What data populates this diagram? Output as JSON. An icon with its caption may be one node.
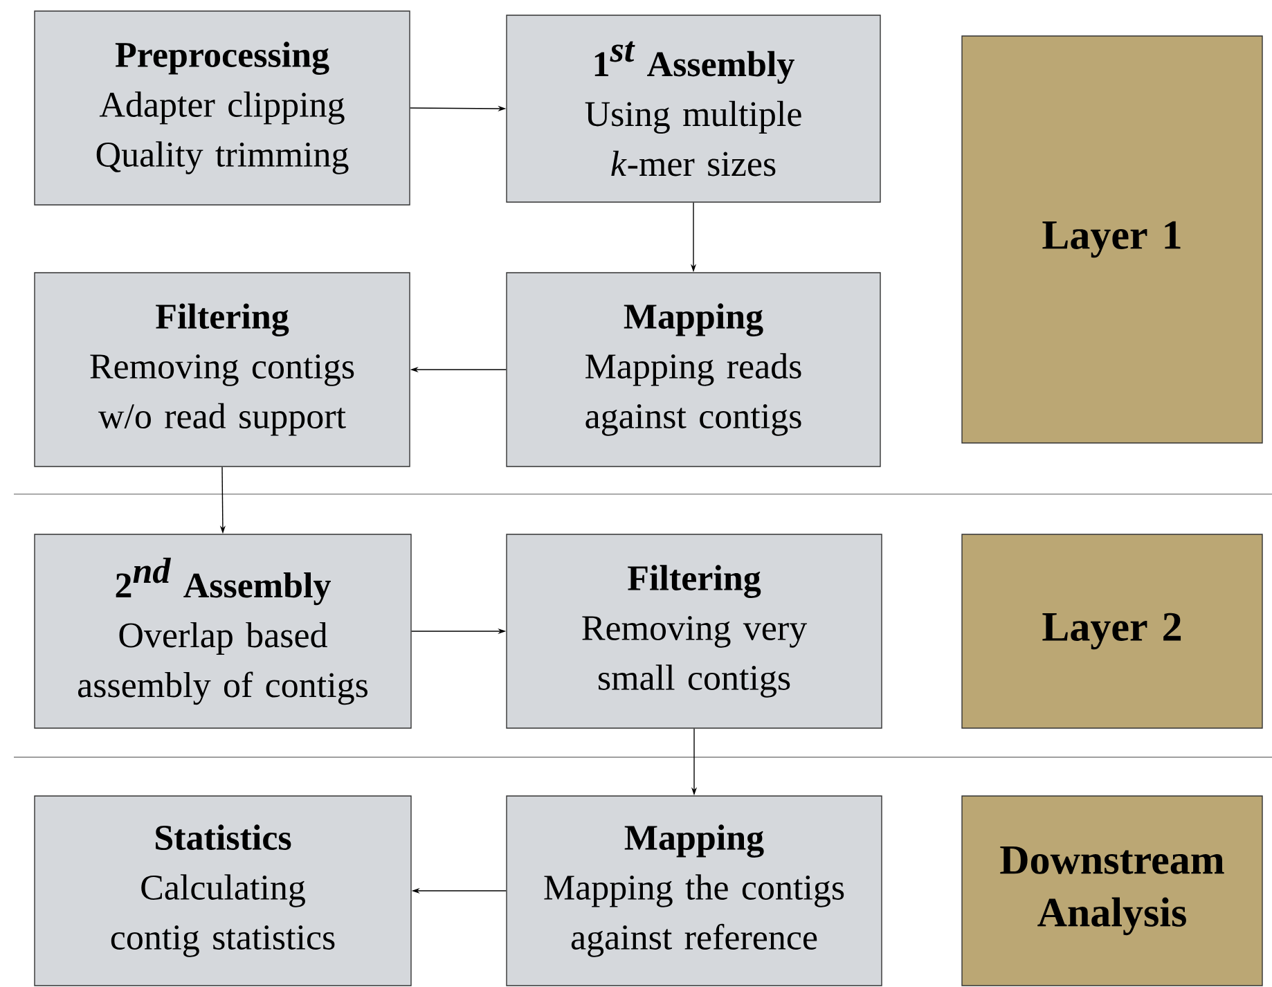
{
  "diagram": {
    "nodes": [
      {
        "text": [
          "Preprocessing",
          "Adapter clipping Quality trimming"
        ]
      },
      {
        "text": [
          "\\textbf{1}^{\\textit{st}}\\ \\textbf{Assembly}",
          "Using multiple *k*-mer sizes"
        ]
      },
      {
        "text": [
          "Layer 1"
        ]
      },
      {
        "text": [
          "Filtering",
          "Removing contigs w/o read support"
        ]
      },
      {
        "text": [
          "Mapping",
          "Mapping reads against contigs"
        ]
      },
      {
        "text": [
          "\\textbf{2}^{\\textit{nd}}\\ \\textbf{Assembly}",
          "Overlap based assembly of contigs"
        ]
      },
      {
        "text": [
          "Filtering",
          "Removing very small contigs"
        ]
      },
      {
        "text": [
          "Layer 2"
        ]
      },
      {
        "text": [
          "Statistics",
          "Calculating contig statistics"
        ]
      },
      {
        "text": [
          "Mapping",
          "Mapping the contigs against reference"
        ]
      },
      {
        "text": [
          "Downstream Analysis"
        ]
      }
    ],
    "edges": [
      {
        "from": 0,
        "to": 1,
        "arrow": "to"
      },
      {
        "from": 1,
        "to": 4,
        "arrow": "to"
      },
      {
        "from": 4,
        "to": 3,
        "arrow": "to"
      },
      {
        "from": 3,
        "to": 5,
        "arrow": "to"
      },
      {
        "from": 5,
        "to": 6,
        "arrow": "to"
      },
      {
        "from": 6,
        "to": 9,
        "arrow": "to"
      },
      {
        "from": 9,
        "to": 8,
        "arrow": "to"
      }
    ]
  }
}
